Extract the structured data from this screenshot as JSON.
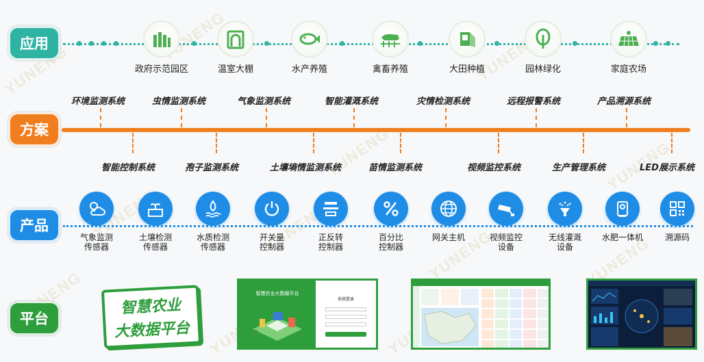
{
  "sections": {
    "apps": "应用",
    "solutions": "方案",
    "products": "产品",
    "platform": "平台"
  },
  "apps": [
    {
      "label": "政府示范园区",
      "icon": "greenhouse-field-icon"
    },
    {
      "label": "温室大棚",
      "icon": "greenhouse-icon"
    },
    {
      "label": "水产养殖",
      "icon": "fish-icon"
    },
    {
      "label": "禽畜养殖",
      "icon": "livestock-icon"
    },
    {
      "label": "大田种植",
      "icon": "field-icon"
    },
    {
      "label": "园林绿化",
      "icon": "tree-icon"
    },
    {
      "label": "家庭农场",
      "icon": "solar-farm-icon"
    }
  ],
  "solutions_top": [
    "环境监测系统",
    "虫情监测系统",
    "气象监测系统",
    "智能灌溉系统",
    "灾情检测系统",
    "远程报警系统",
    "产品溯源系统"
  ],
  "solutions_bottom": [
    "智能控制系统",
    "孢子监测系统",
    "土壤墒情监测系统",
    "苗情监测系统",
    "视频监控系统",
    "生产管理系统",
    "LED展示系统"
  ],
  "products": [
    {
      "lines": [
        "气象监测",
        "传感器"
      ],
      "icon": "weather-icon"
    },
    {
      "lines": [
        "土壤检测",
        "传感器"
      ],
      "icon": "soil-icon"
    },
    {
      "lines": [
        "水质检测",
        "传感器"
      ],
      "icon": "water-drop-icon"
    },
    {
      "lines": [
        "开关量",
        "控制器"
      ],
      "icon": "power-icon"
    },
    {
      "lines": [
        "正反转",
        "控制器"
      ],
      "icon": "reverse-icon"
    },
    {
      "lines": [
        "百分比",
        "控制器"
      ],
      "icon": "percent-icon"
    },
    {
      "lines": [
        "网关主机"
      ],
      "icon": "globe-icon"
    },
    {
      "lines": [
        "视频监控",
        "设备"
      ],
      "icon": "camera-icon"
    },
    {
      "lines": [
        "无线灌溉",
        "设备"
      ],
      "icon": "sprinkler-icon"
    },
    {
      "lines": [
        "水肥一体机"
      ],
      "icon": "fertilizer-icon"
    },
    {
      "lines": [
        "溯源码"
      ],
      "icon": "qr-code-icon"
    }
  ],
  "platform": {
    "badge_line1": "智慧农业",
    "badge_line2": "大数据平台",
    "login_title": "智慧农业大数据平台",
    "login_form_title": "系统登录"
  },
  "watermark": "YUNENG",
  "colors": {
    "teal": "#2fb3a3",
    "orange": "#f07d1e",
    "blue": "#1f8de6",
    "green": "#2e9e3d"
  }
}
